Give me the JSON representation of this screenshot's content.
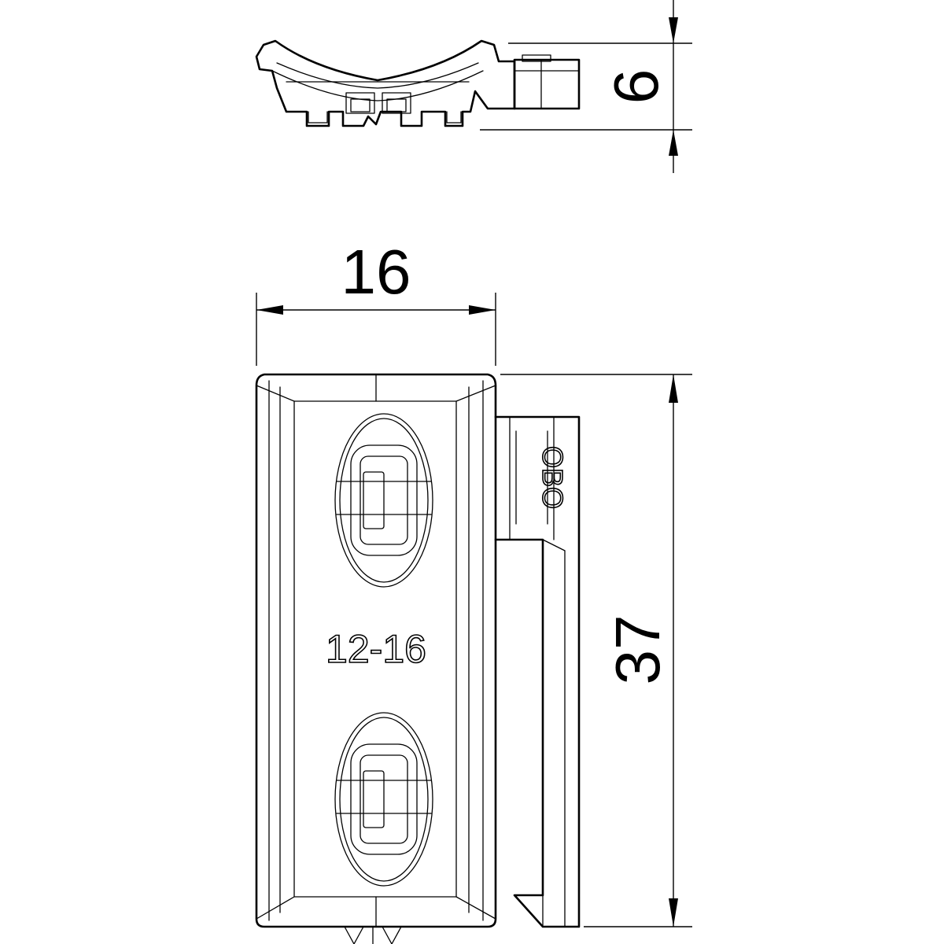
{
  "dimensions": {
    "height_top_view": "6",
    "width_front_view": "16",
    "length_front_view": "37"
  },
  "markings": {
    "size_range": "12-16",
    "brand_logo": "OBO"
  }
}
